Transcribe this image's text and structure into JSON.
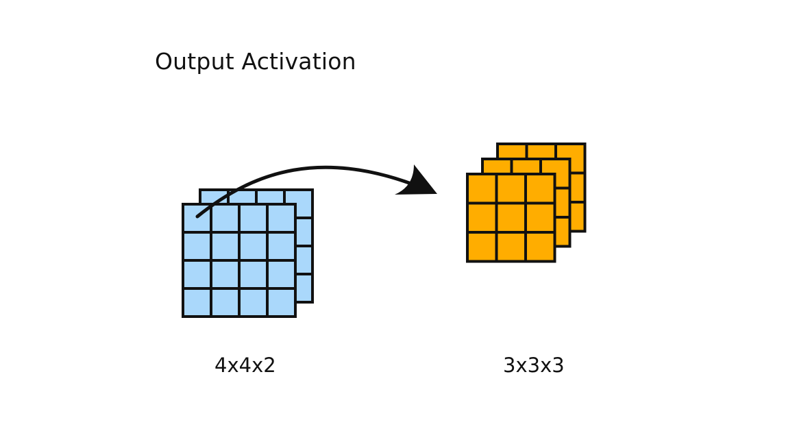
{
  "title": "Output Activation",
  "input_tensor": {
    "label": "4x4x2",
    "rows": 4,
    "cols": 4,
    "depth": 2,
    "fill_color": "#aad8fb"
  },
  "output_tensor": {
    "label": "3x3x3",
    "rows": 3,
    "cols": 3,
    "depth": 3,
    "fill_color": "#ffad00"
  },
  "stroke_color": "#111111",
  "arrow_color": "#111111"
}
